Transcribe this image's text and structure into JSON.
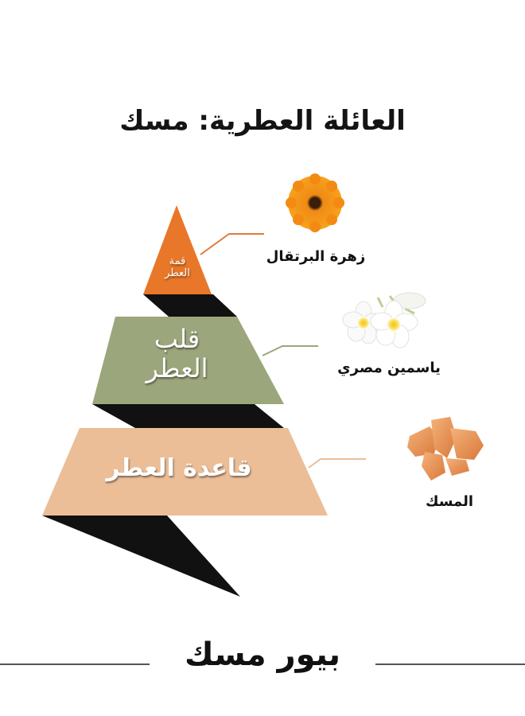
{
  "title": "العائلة العطرية: مسك",
  "pyramid": {
    "top": {
      "label_line1": "قمة",
      "label_line2": "العطر",
      "color": "#E87729"
    },
    "middle": {
      "label_line1": "قلب",
      "label_line2": "العطر",
      "color": "#9CA67C"
    },
    "base": {
      "label": "قاعدة العطر",
      "color": "#EBBE98"
    },
    "shadow_color": "#111111"
  },
  "notes": [
    {
      "tier": "top",
      "name": "زهرة البرتقال",
      "icon": "orange-blossom-flower-icon",
      "connector_color": "#E07A3A"
    },
    {
      "tier": "middle",
      "name": "ياسمين مصري",
      "icon": "jasmine-flower-icon",
      "connector_color": "#9CA67C"
    },
    {
      "tier": "base",
      "name": "المسك",
      "icon": "musk-crystals-icon",
      "connector_color": "#EBBE98"
    }
  ],
  "footer": {
    "brand": "بيور مسك",
    "rule_color": "#555555"
  }
}
